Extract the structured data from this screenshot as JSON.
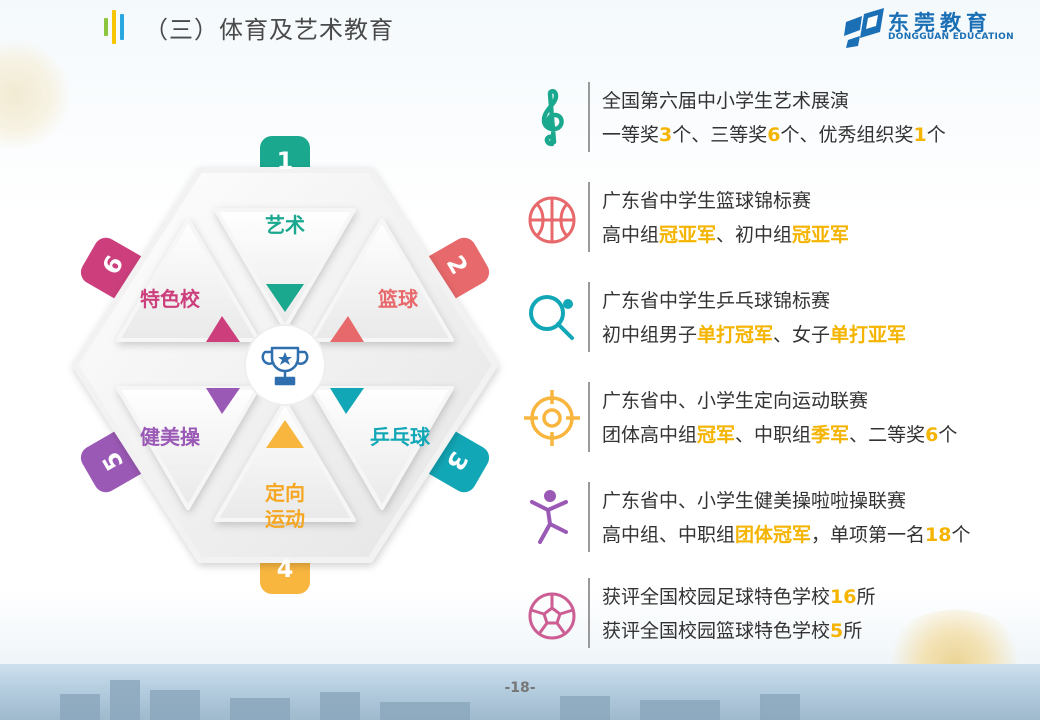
{
  "header": {
    "title": "（三）体育及艺术教育",
    "logo_text": "东莞教育",
    "logo_sub": "DONGGUAN EDUCATION"
  },
  "hexagon": {
    "center_icon": "trophy-icon",
    "segments": [
      {
        "num": "1",
        "label": "艺术",
        "color": "#1aa88e"
      },
      {
        "num": "2",
        "label": "篮球",
        "color": "#e8696b"
      },
      {
        "num": "3",
        "label": "乒乓球",
        "color": "#12a7b6"
      },
      {
        "num": "4",
        "label": "定向运动",
        "color": "#f9b63f"
      },
      {
        "num": "5",
        "label": "健美操",
        "color": "#9b59b6"
      },
      {
        "num": "6",
        "label": "特色校",
        "color": "#cc3f7c"
      }
    ]
  },
  "achievements": [
    {
      "icon": "treble-clef-icon",
      "color": "#1aa88e",
      "line1": "全国第六届中小学生艺术展演",
      "line2": [
        [
          "一等奖",
          false
        ],
        [
          "3",
          true
        ],
        [
          "个、三等奖",
          false
        ],
        [
          "6",
          true
        ],
        [
          "个、优秀组织奖",
          false
        ],
        [
          "1",
          true
        ],
        [
          "个",
          false
        ]
      ]
    },
    {
      "icon": "basketball-icon",
      "color": "#e8696b",
      "line1": "广东省中学生篮球锦标赛",
      "line2": [
        [
          "高中组",
          false
        ],
        [
          "冠亚军",
          true
        ],
        [
          "、初中组",
          false
        ],
        [
          "冠亚军",
          true
        ]
      ]
    },
    {
      "icon": "ping-pong-paddle-icon",
      "color": "#12a7b6",
      "line1": "广东省中学生乒乓球锦标赛",
      "line2": [
        [
          "初中组男子",
          false
        ],
        [
          "单打冠军",
          true
        ],
        [
          "、女子",
          false
        ],
        [
          "单打亚军",
          true
        ]
      ]
    },
    {
      "icon": "crosshair-target-icon",
      "color": "#f9b63f",
      "line1": "广东省中、小学生定向运动联赛",
      "line2": [
        [
          "团体高中组",
          false
        ],
        [
          "冠军",
          true
        ],
        [
          "、中职组",
          false
        ],
        [
          "季军",
          true
        ],
        [
          "、二等奖",
          false
        ],
        [
          "6",
          true
        ],
        [
          "个",
          false
        ]
      ]
    },
    {
      "icon": "dancer-icon",
      "color": "#9b59b6",
      "line1": "广东省中、小学生健美操啦啦操联赛",
      "line2": [
        [
          "高中组、中职组",
          false
        ],
        [
          "团体冠军",
          true
        ],
        [
          "，单项第一名",
          false
        ],
        [
          "18",
          true
        ],
        [
          "个",
          false
        ]
      ]
    },
    {
      "icon": "soccer-ball-icon",
      "color": "#cc5e93",
      "line1": [
        [
          "获评全国校园足球特色学校",
          false
        ],
        [
          "16",
          true
        ],
        [
          "所",
          false
        ]
      ],
      "line2": [
        [
          "获评全国校园篮球特色学校",
          false
        ],
        [
          "5",
          true
        ],
        [
          "所",
          false
        ]
      ]
    }
  ],
  "footer": {
    "page": "-18-"
  }
}
